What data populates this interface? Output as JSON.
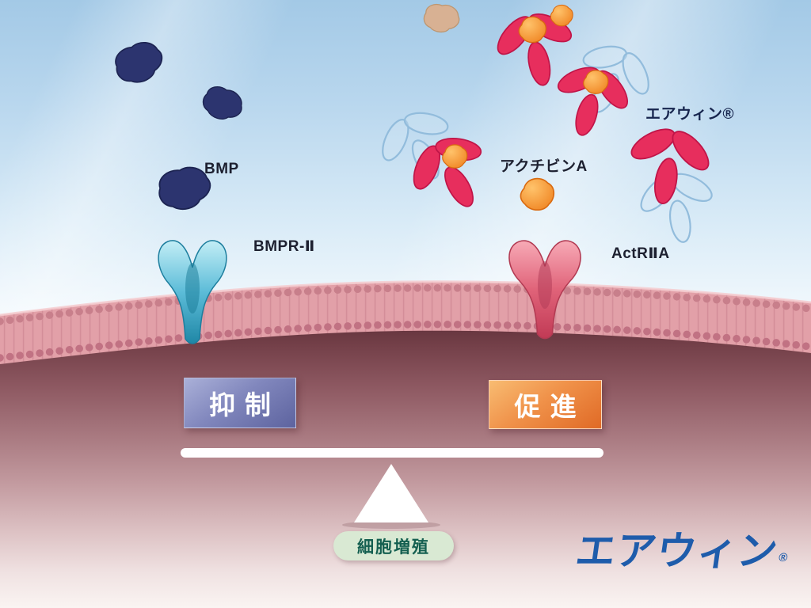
{
  "colors": {
    "sky_top": "#a3c9e6",
    "membrane_pink": "#e2a0a8",
    "cell_interior_dark": "#5d2e38",
    "bmp_navy": "#2c346f",
    "bmpr2_cyan": "#49b6d4",
    "actr2a_pink": "#e06379",
    "antibody_pink": "#e72e5d",
    "activin_orange": "#f1861f",
    "inhibit_box_blue": "#5d639f",
    "promote_box_orange": "#e06a26",
    "pill_green_bg": "#d9e9d3",
    "pill_green_text": "#145f50",
    "logo_blue": "#1e5cab"
  },
  "annotations": {
    "bmp": "BMP",
    "bmpr2": "BMPR-Ⅱ",
    "activin_a": "アクチビンA",
    "airwin": "エアウィン®",
    "actr2a": "ActRⅡA"
  },
  "balance": {
    "inhibit": "抑制",
    "promote": "促進",
    "result": "細胞増殖"
  },
  "logo": {
    "text": "エアウィン",
    "registered": "®"
  }
}
